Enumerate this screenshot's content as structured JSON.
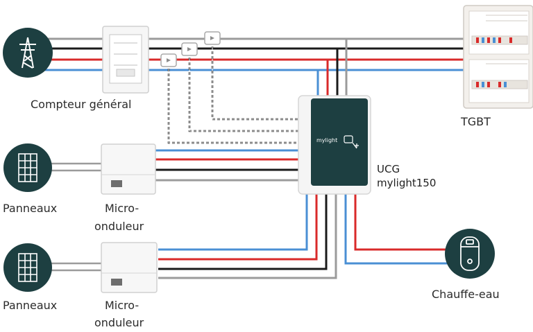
{
  "labels": {
    "compteur": "Compteur général",
    "tgbt": "TGBT",
    "ucg_line1": "UCG",
    "ucg_line2": "mylight150",
    "panneaux_1": "Panneaux",
    "panneaux_2": "Panneaux",
    "micro_1_line1": "Micro-",
    "micro_1_line2": "onduleur",
    "micro_2_line1": "Micro-",
    "micro_2_line2": "onduleur",
    "chauffe_eau": "Chauffe-eau"
  },
  "device": {
    "brand": "mylight"
  },
  "colors": {
    "teal": "#1d3f41",
    "wire_gray": "#9b9b9b",
    "wire_black": "#1a1a1a",
    "wire_red": "#d92a2a",
    "wire_blue": "#4a8fd4"
  },
  "icons": {
    "grid": "power-pylon-icon",
    "panel": "solar-panel-icon",
    "heater": "water-heater-icon",
    "sensor": "current-clamp-icon"
  }
}
